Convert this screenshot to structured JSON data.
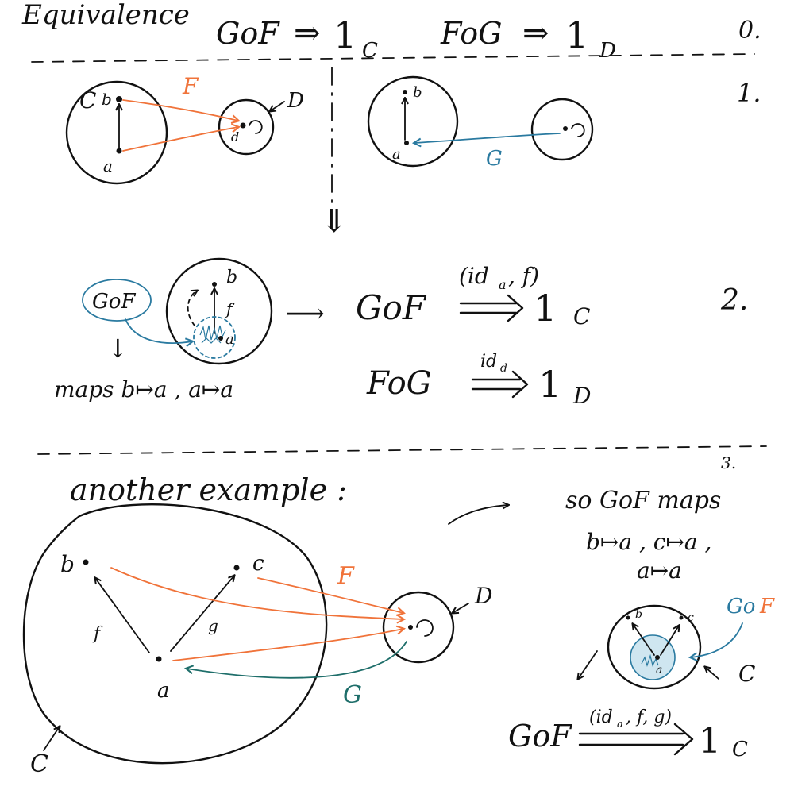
{
  "header": {
    "title": "Equivalence",
    "eq1_left": "GoF",
    "eq1_arrow": "⇒",
    "eq1_right": "1",
    "eq1_sub": "C",
    "eq2_left": "FoG",
    "eq2_arrow": "⇒",
    "eq2_right": "1",
    "eq2_sub": "D",
    "step": "0."
  },
  "section1": {
    "step": "1.",
    "cat_c": "C",
    "cat_d": "D",
    "obj_a": "a",
    "obj_b": "b",
    "obj_d": "d",
    "functor_f": "F",
    "functor_g": "G",
    "right_obj_a": "a",
    "right_obj_b": "b",
    "implies": "⇓"
  },
  "section2": {
    "step": "2.",
    "bubble": "GoF",
    "down_arrow": "↓",
    "maps": "maps b↦a , a↦a",
    "obj_b": "b",
    "obj_a": "a",
    "morph_f": "f",
    "to_arrow": "⟶",
    "line1_left": "GoF",
    "line1_label": "(id",
    "line1_label_sub": "a",
    "line1_label_end": ", f)",
    "line1_right": "1",
    "line1_sub": "C",
    "line2_left": "FoG",
    "line2_label": "id",
    "line2_label_sub": "d",
    "line2_right": "1",
    "line2_sub": "D"
  },
  "section3": {
    "step": "3.",
    "heading": "another example :",
    "obj_b": "b",
    "obj_c": "c",
    "obj_a": "a",
    "morph_f": "f",
    "morph_g": "g",
    "functor_f": "F",
    "functor_g": "G",
    "cat_d": "D",
    "cat_c": "C",
    "so_line1": "so  GoF maps",
    "so_line2": "b↦a , c↦a ,",
    "so_line3": "a↦a",
    "small_b": "b",
    "small_c": "c",
    "small_a": "a",
    "label_go": "Go",
    "label_f": "F",
    "small_cat_c": "C",
    "final_left": "GoF",
    "final_label": "(id",
    "final_label_sub": "a",
    "final_label_end": ", f, g)",
    "final_right": "1",
    "final_sub": "C"
  },
  "colors": {
    "orange": "#f0733a",
    "blue": "#2a7aa0",
    "teal": "#1e6e6a",
    "ink": "#111111"
  }
}
